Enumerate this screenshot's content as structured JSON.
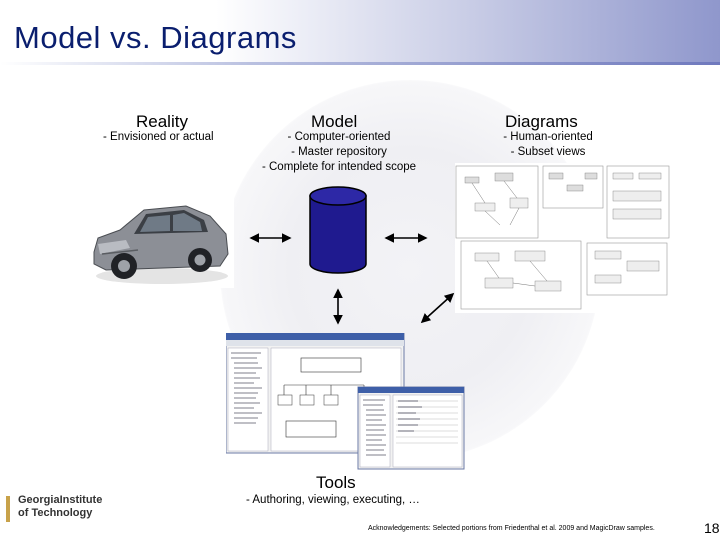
{
  "slide": {
    "title": "Model vs. Diagrams",
    "page_number": "18",
    "acknowledgement": "Acknowledgements: Selected portions from Friedenthal et al. 2009 and MagicDraw samples."
  },
  "columns": {
    "reality": {
      "heading": "Reality",
      "lines": [
        "- Envisioned or actual"
      ]
    },
    "model": {
      "heading": "Model",
      "lines": [
        "- Computer-oriented",
        "- Master repository",
        "- Complete for intended scope"
      ]
    },
    "diagrams": {
      "heading": "Diagrams",
      "lines": [
        "- Human-oriented",
        "- Subset views"
      ]
    }
  },
  "tools": {
    "heading": "Tools",
    "line": "- Authoring, viewing, executing, …"
  },
  "logo": {
    "line1": "GeorgiaInstitute",
    "line2": "of Technology"
  },
  "colors": {
    "title": "#0a1e6e",
    "database": "#1f1a8f",
    "header_gradient_end": "#8f97cc"
  },
  "icons": [
    "car-image",
    "database-cylinder",
    "diagram-thumbnail",
    "tool-screenshots",
    "double-arrow"
  ]
}
